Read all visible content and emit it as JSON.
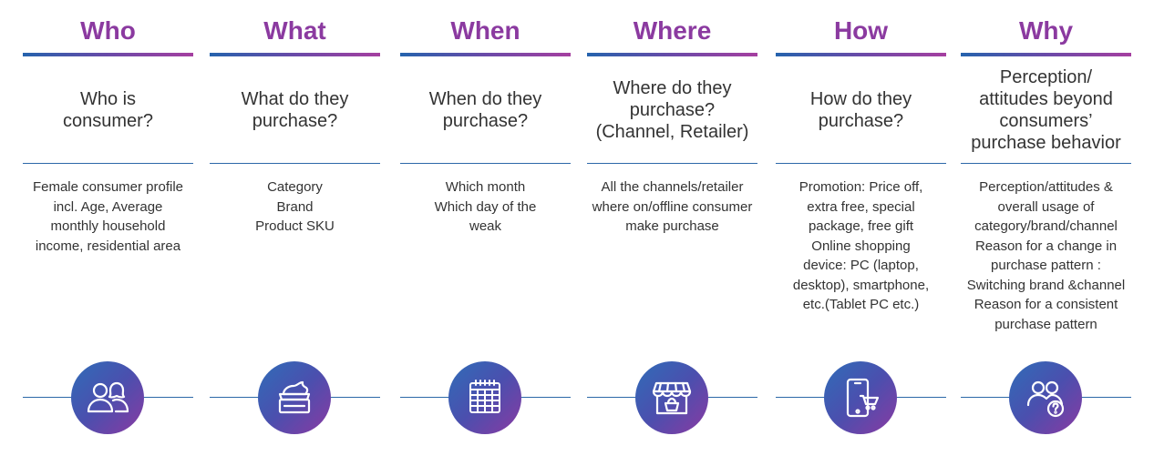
{
  "columns": [
    {
      "header": "Who",
      "question": "Who is\nconsumer?",
      "detail": "Female consumer profile\nincl. Age, Average\nmonthly household\nincome, residential area",
      "icon": "people-icon"
    },
    {
      "header": "What",
      "question": "What do they\npurchase?",
      "detail": "Category\nBrand\nProduct SKU",
      "icon": "cosmetic-cream-icon"
    },
    {
      "header": "When",
      "question": "When do they\npurchase?",
      "detail": "Which month\nWhich day of the\nweak",
      "icon": "calendar-icon"
    },
    {
      "header": "Where",
      "question": "Where do they\npurchase?\n(Channel, Retailer)",
      "detail": "All the channels/retailer\nwhere on/offline consumer\nmake purchase",
      "icon": "store-icon"
    },
    {
      "header": "How",
      "question": "How do they\npurchase?",
      "detail": "Promotion: Price off,\nextra free, special\npackage, free gift\nOnline shopping\ndevice: PC (laptop,\ndesktop), smartphone,\netc.(Tablet PC etc.)",
      "icon": "smartphone-cart-icon"
    },
    {
      "header": "Why",
      "question": "Perception/\nattitudes beyond\nconsumers’\npurchase behavior",
      "detail": "Perception/attitudes &\noverall usage of\ncategory/brand/channel\nReason for a change in\npurchase pattern :\nSwitching brand &channel\nReason for a consistent\npurchase pattern",
      "icon": "people-question-icon"
    }
  ],
  "colors": {
    "header": "#8b3aa0",
    "rule": "#2c68a8",
    "gradient_start": "#2f6db8",
    "gradient_end": "#8a3aa2"
  }
}
